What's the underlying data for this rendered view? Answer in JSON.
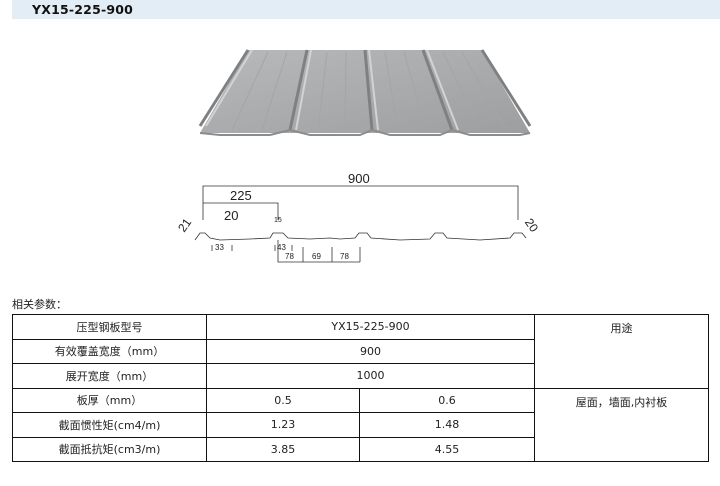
{
  "header": {
    "title": "YX15-225-900"
  },
  "images": {
    "product_photo": "corrugated-steel-panel-photo",
    "section_drawing": {
      "total_width": "900",
      "pitch": "225",
      "rib_height_left": "21",
      "rib_top_width": "20",
      "rib_height_mid": "15",
      "rib_height_right": "20",
      "dim_33": "33",
      "dim_43": "43",
      "segments": [
        "78",
        "69",
        "78"
      ]
    }
  },
  "params_label": "相关参数：",
  "table": {
    "rows": [
      {
        "label": "压型钢板型号",
        "value": "YX15-225-900"
      },
      {
        "label": "有效覆盖宽度（mm）",
        "value": "900"
      },
      {
        "label": "展开宽度（mm）",
        "value": "1000"
      },
      {
        "label": "板厚（mm）",
        "values": [
          "0.5",
          "0.6"
        ]
      },
      {
        "label": "截面惯性矩(cm4/m)",
        "values": [
          "1.23",
          "1.48"
        ]
      },
      {
        "label": "截面抵抗矩(cm3/m)",
        "values": [
          "3.85",
          "4.55"
        ]
      }
    ],
    "use_header": "用途",
    "use_value": "屋面，墙面,内衬板"
  },
  "colors": {
    "title_bg": "#e3edf5",
    "border": "#111111",
    "panel_gray": "#a9abad"
  }
}
